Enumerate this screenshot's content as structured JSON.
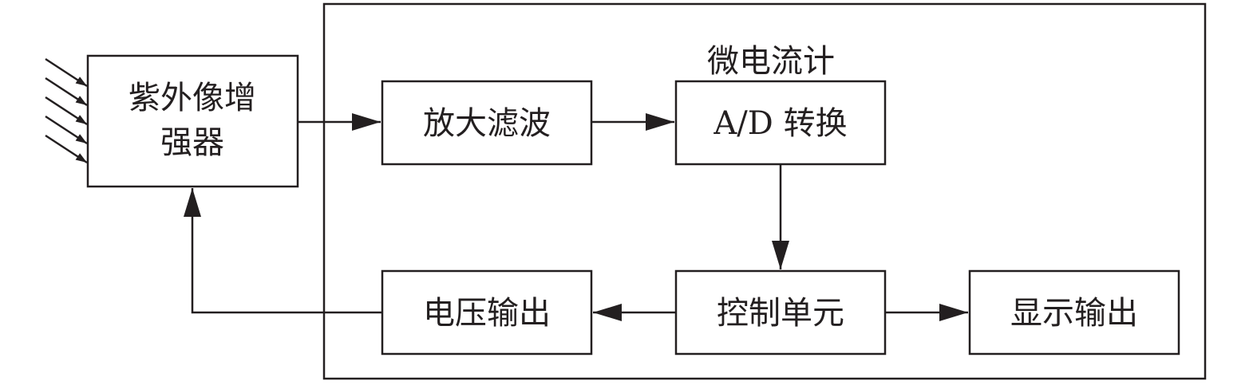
{
  "diagram": {
    "frame_label": "微电流计",
    "nodes": {
      "uv_intensifier": {
        "line1": "紫外像增",
        "line2": "强器"
      },
      "amplifier_filter": {
        "label": "放大滤波"
      },
      "ad_converter": {
        "label": "A/D 转换"
      },
      "control_unit": {
        "label": "控制单元"
      },
      "voltage_output": {
        "label": "电压输出"
      },
      "display_output": {
        "label": "显示输出"
      }
    },
    "edges": [
      {
        "from": "uv_intensifier",
        "to": "amplifier_filter"
      },
      {
        "from": "amplifier_filter",
        "to": "ad_converter"
      },
      {
        "from": "ad_converter",
        "to": "control_unit"
      },
      {
        "from": "control_unit",
        "to": "voltage_output"
      },
      {
        "from": "control_unit",
        "to": "display_output"
      },
      {
        "from": "voltage_output",
        "to": "uv_intensifier"
      }
    ],
    "incident_rays": 5,
    "stroke_color": "#231f20"
  }
}
